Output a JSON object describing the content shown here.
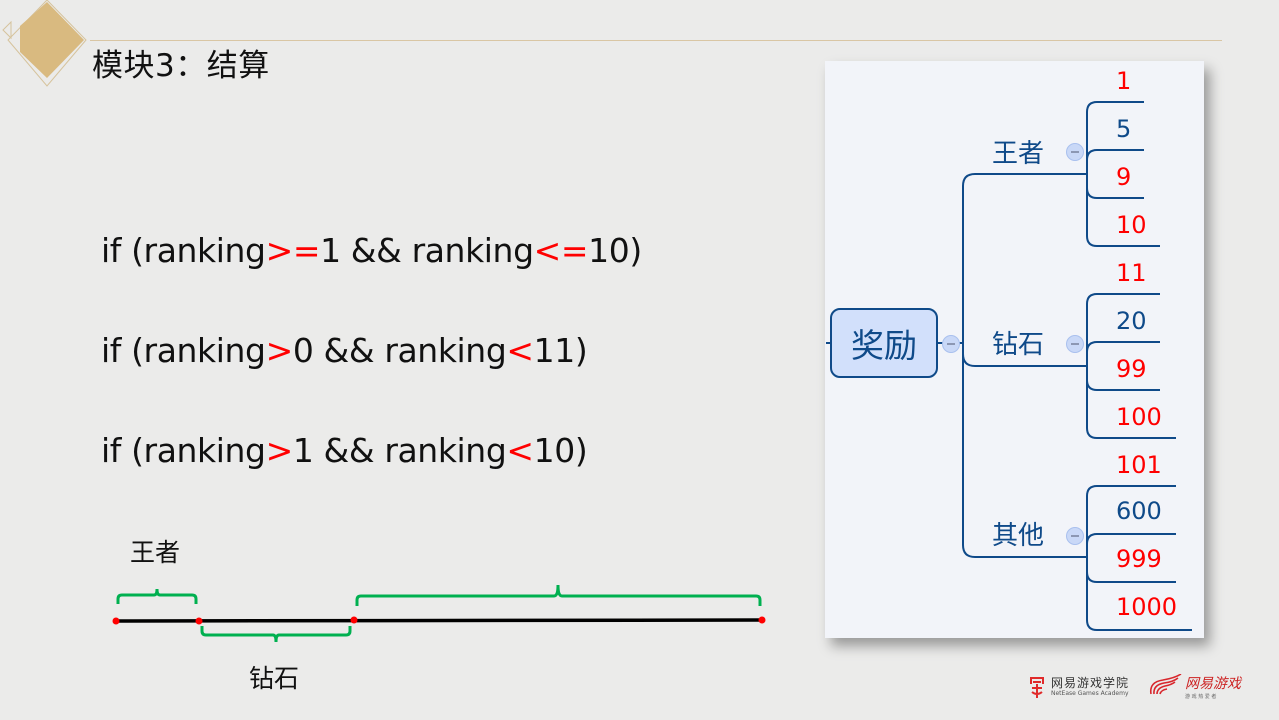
{
  "slide": {
    "title": "模块3：结算"
  },
  "code": {
    "lines": [
      {
        "pre": "if (ranking",
        "op1": ">=",
        "mid": "1  && ranking",
        "op2": "<=",
        "post": "10)"
      },
      {
        "pre": "if (ranking",
        "op1": ">",
        "mid": "0 && ranking",
        "op2": "<",
        "post": "11)"
      },
      {
        "pre": "if (ranking",
        "op1": ">",
        "mid": "1 && ranking",
        "op2": "<",
        "post": "10)"
      }
    ]
  },
  "number_line": {
    "segments": [
      {
        "label": "王者",
        "position": "above"
      },
      {
        "label": "钻石",
        "position": "below"
      },
      {
        "label": "",
        "position": "above"
      }
    ],
    "colors": {
      "line": "#000000",
      "points": "#ff0000",
      "brace": "#00b050"
    }
  },
  "mindmap": {
    "root": "奖励",
    "branches": [
      {
        "label": "王者",
        "leaves": [
          {
            "value": "1",
            "color": "red"
          },
          {
            "value": "5",
            "color": "blue"
          },
          {
            "value": "9",
            "color": "red"
          },
          {
            "value": "10",
            "color": "red"
          }
        ]
      },
      {
        "label": "钻石",
        "leaves": [
          {
            "value": "11",
            "color": "red"
          },
          {
            "value": "20",
            "color": "blue"
          },
          {
            "value": "99",
            "color": "red"
          },
          {
            "value": "100",
            "color": "red"
          }
        ]
      },
      {
        "label": "其他",
        "leaves": [
          {
            "value": "101",
            "color": "red"
          },
          {
            "value": "600",
            "color": "blue"
          },
          {
            "value": "999",
            "color": "red"
          },
          {
            "value": "1000",
            "color": "red"
          }
        ]
      }
    ],
    "colors": {
      "line": "#0f4a89",
      "root_fill": "#d2e0fb",
      "red": "#ff0000",
      "blue": "#0f4a89"
    }
  },
  "footer": {
    "academy_cn": "网易游戏学院",
    "academy_en": "NetEase Games Academy",
    "brand_cn": "网易游戏",
    "brand_sub": "游 戏 热 爱 者"
  }
}
